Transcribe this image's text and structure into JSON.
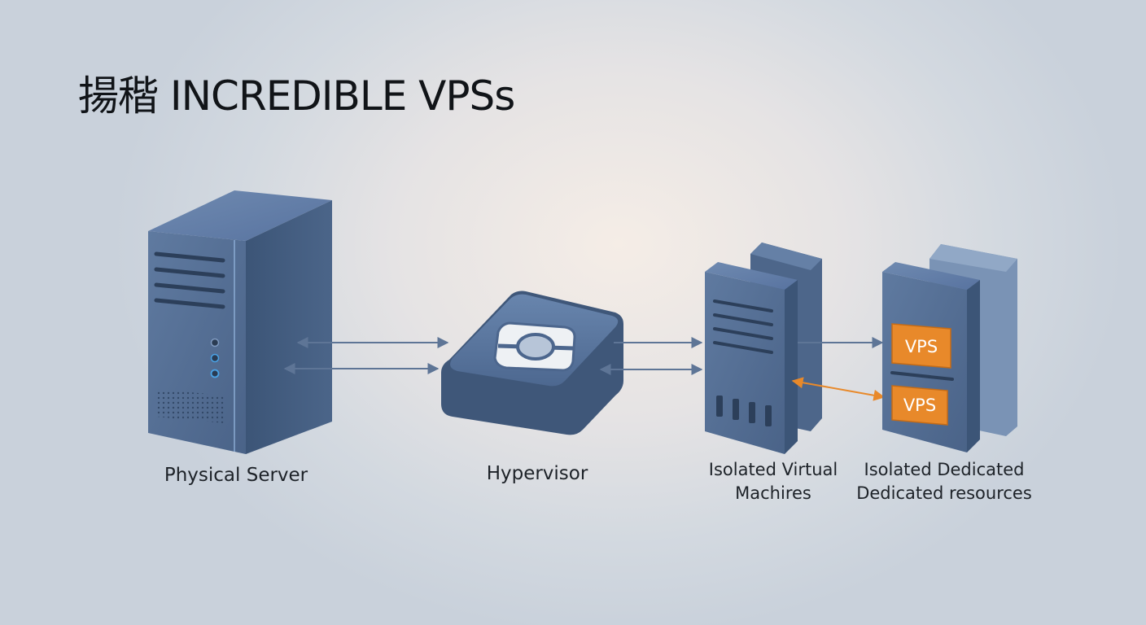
{
  "title": "揚稭 INCREDIBLE VPSs",
  "labels": {
    "physical_server": "Physical Server",
    "hypervisor": "Hypervisor",
    "isolated_vm_line1": "Isolated Virtual",
    "isolated_vm_line2": "Machires",
    "isolated_ded_line1": "Isolated Dedicated",
    "isolated_ded_line2": "Dedicated resources"
  },
  "vps_badges": [
    "VPS",
    "VPS"
  ],
  "colors": {
    "server_body": "#4f6a8c",
    "server_side": "#3a5273",
    "arrow": "#5e7596",
    "accent_orange": "#e8892a",
    "led_blue": "#4aa3e6"
  }
}
